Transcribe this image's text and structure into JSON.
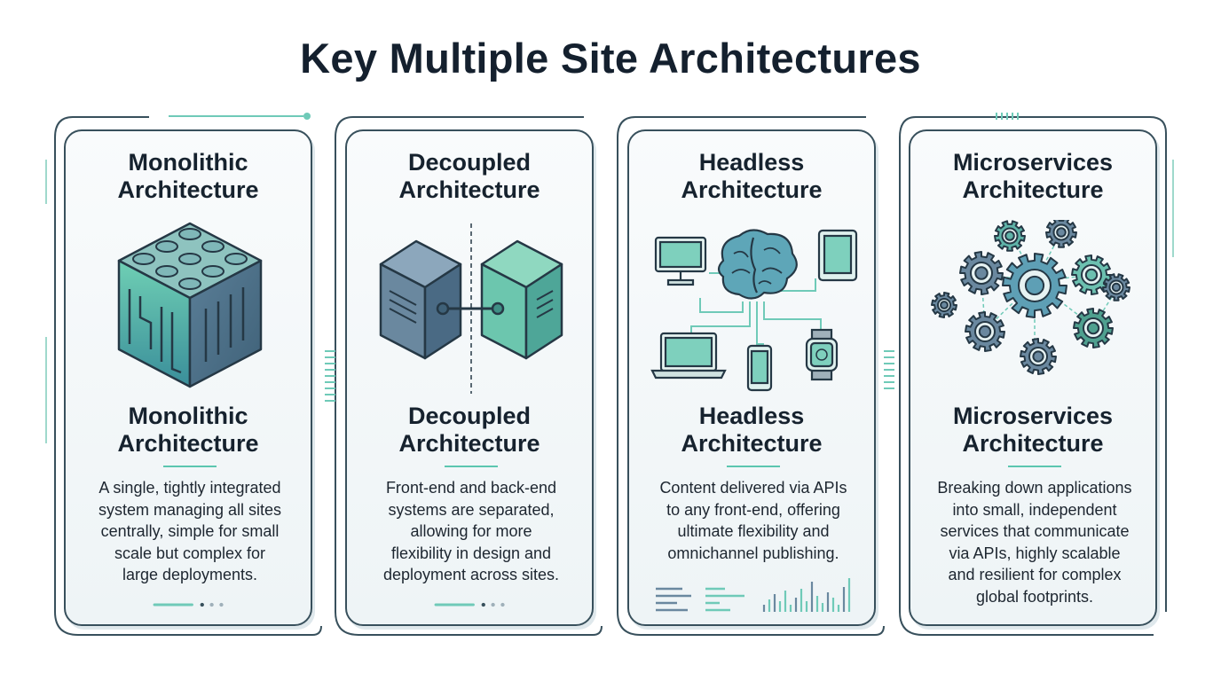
{
  "title": "Key Multiple Site Architectures",
  "cards": [
    {
      "top_label": [
        "Monolithic",
        "Architecture"
      ],
      "heading": [
        "Monolithic",
        "Architecture"
      ],
      "description": [
        "A single, tightly integrated",
        "system managing all sites",
        "centrally, simple for small",
        "scale but complex for",
        "large deployments."
      ],
      "icon": "building-block-icon"
    },
    {
      "top_label": [
        "Decoupled",
        "Architecture"
      ],
      "heading": [
        "Decoupled",
        "Architecture"
      ],
      "description": [
        "Front-end and back-end",
        "systems are separated,",
        "allowing for more",
        "flexibility in design and",
        "deployment across sites."
      ],
      "icon": "connected-servers-icon"
    },
    {
      "top_label": [
        "Headless",
        "Architecture"
      ],
      "heading": [
        "Headless",
        "Architecture"
      ],
      "description": [
        "Content delivered via APIs",
        "to any front-end, offering",
        "ultimate flexibility and",
        "omnichannel publishing."
      ],
      "icon": "brain-devices-icon"
    },
    {
      "top_label": [
        "Microservices",
        "Architecture"
      ],
      "heading": [
        "Microservices",
        "Architecture"
      ],
      "description": [
        "Breaking down applications",
        "into small, independent",
        "services that communicate",
        "via APIs, highly scalable",
        "and resilient for complex",
        "global footprints."
      ],
      "icon": "gears-network-icon"
    }
  ],
  "colors": {
    "border": "#38505c",
    "teal": "#5cc6b0",
    "slate_blue": "#5f7f99",
    "title": "#14202e"
  }
}
